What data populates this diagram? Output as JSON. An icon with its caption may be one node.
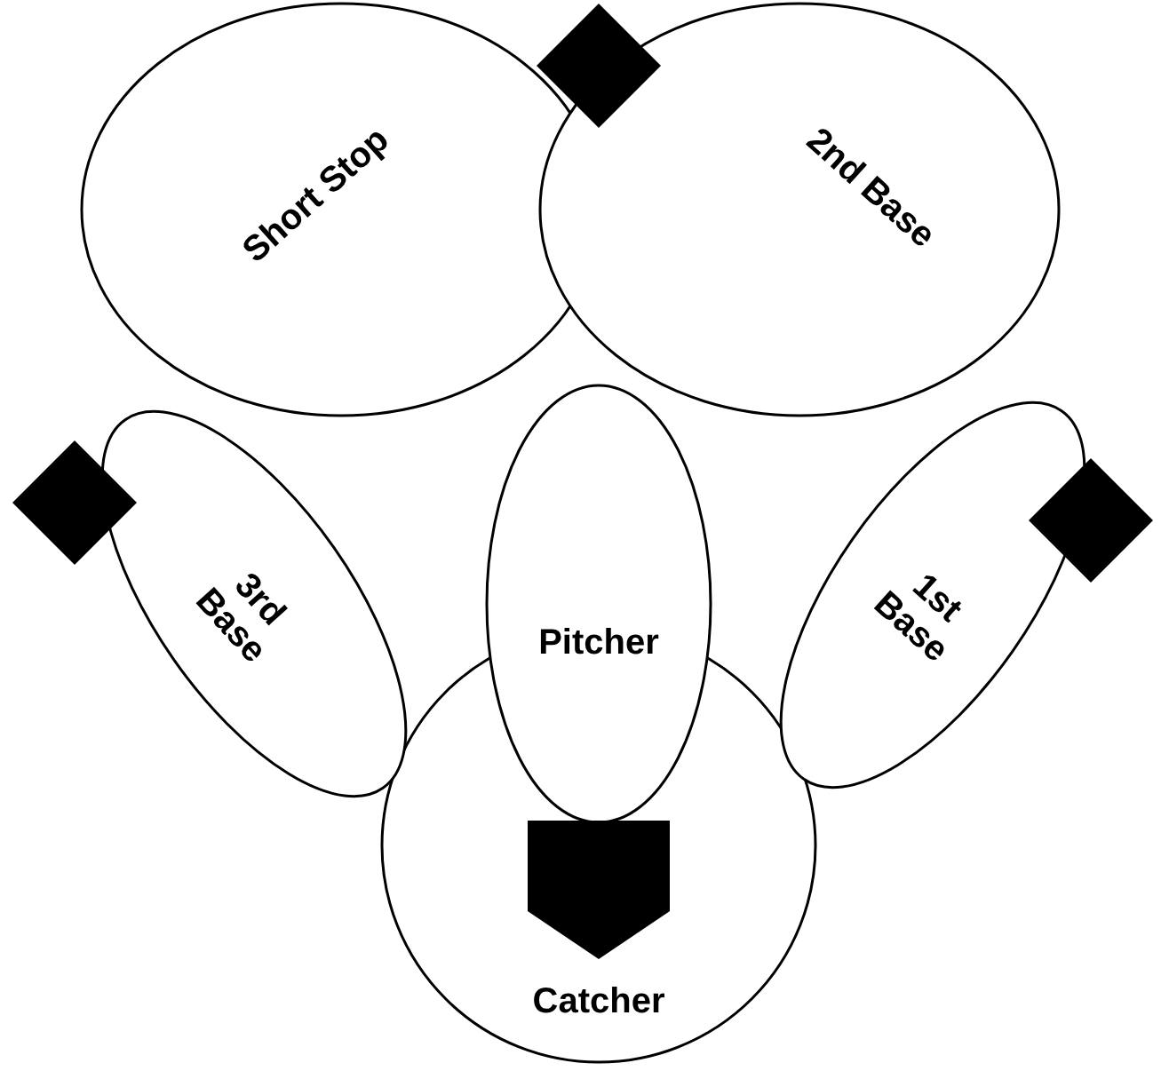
{
  "diagram": {
    "nodes": [
      {
        "text": [
          "Short Stop"
        ]
      },
      {
        "text": [
          "2nd Base"
        ]
      },
      {
        "text": [
          "3rd Base"
        ]
      },
      {
        "text": [
          "1st Base"
        ]
      },
      {
        "text": [
          "Pitcher"
        ]
      },
      {
        "text": [
          "Catcher"
        ]
      }
    ],
    "edges": []
  }
}
